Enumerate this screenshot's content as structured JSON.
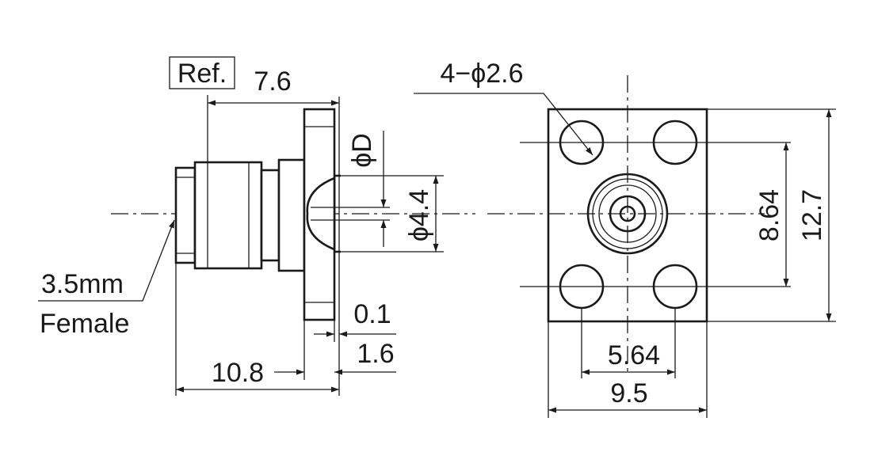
{
  "side_view": {
    "ref_box": "Ref.",
    "dim_length_top": "7.6",
    "dim_phi_d": "ϕD",
    "dim_phi_44": "ϕ4.4",
    "dim_01": "0.1",
    "dim_16": "1.6",
    "dim_108": "10.8",
    "callout_line1": "3.5mm",
    "callout_line2": "Female"
  },
  "front_view": {
    "holes_callout": "4−ϕ2.6",
    "dim_864": "8.64",
    "dim_127": "12.7",
    "dim_564": "5.64",
    "dim_95": "9.5"
  }
}
